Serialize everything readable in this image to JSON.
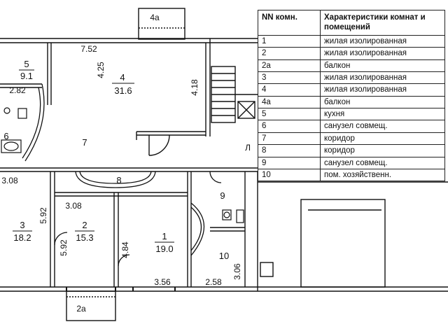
{
  "legend": {
    "col1_header": "NN комн.",
    "col2_header": "Характеристики комнат и помещений",
    "rows": [
      {
        "nn": "1",
        "desc": "жилая изолированная"
      },
      {
        "nn": "2",
        "desc": "жилая изолированная"
      },
      {
        "nn": "2а",
        "desc": "балкон"
      },
      {
        "nn": "3",
        "desc": "жилая изолированная"
      },
      {
        "nn": "4",
        "desc": "жилая изолированная"
      },
      {
        "nn": "4а",
        "desc": "балкон"
      },
      {
        "nn": "5",
        "desc": "кухня"
      },
      {
        "nn": "6",
        "desc": "санузел совмещ."
      },
      {
        "nn": "7",
        "desc": "коридор"
      },
      {
        "nn": "8",
        "desc": "коридор"
      },
      {
        "nn": "9",
        "desc": "санузел совмещ."
      },
      {
        "nn": "10",
        "desc": "пом. хозяйственн."
      }
    ]
  },
  "plan": {
    "balcony_top_label": "4а",
    "balcony_bottom_label": "2а",
    "stair_label": "Л",
    "rooms": {
      "r1": {
        "num": "1",
        "area": "19.0"
      },
      "r2": {
        "num": "2",
        "area": "15.3"
      },
      "r3": {
        "num": "3",
        "area": "18.2"
      },
      "r4": {
        "num": "4",
        "area": "31.6"
      },
      "r5": {
        "num": "5",
        "area": "9.1"
      },
      "r6": {
        "num": "6"
      },
      "r7": {
        "num": "7"
      },
      "r8": {
        "num": "8"
      },
      "r9": {
        "num": "9"
      },
      "r10": {
        "num": "10"
      }
    },
    "dims": {
      "d752": "7.52",
      "d425": "4.25",
      "d418": "4.18",
      "d282": "2.82",
      "d308a": "3.08",
      "d308b": "3.08",
      "d592a": "5.92",
      "d592b": "5.92",
      "d484": "4.84",
      "d356": "3.56",
      "d258": "2.58",
      "d306": "3.06"
    }
  }
}
